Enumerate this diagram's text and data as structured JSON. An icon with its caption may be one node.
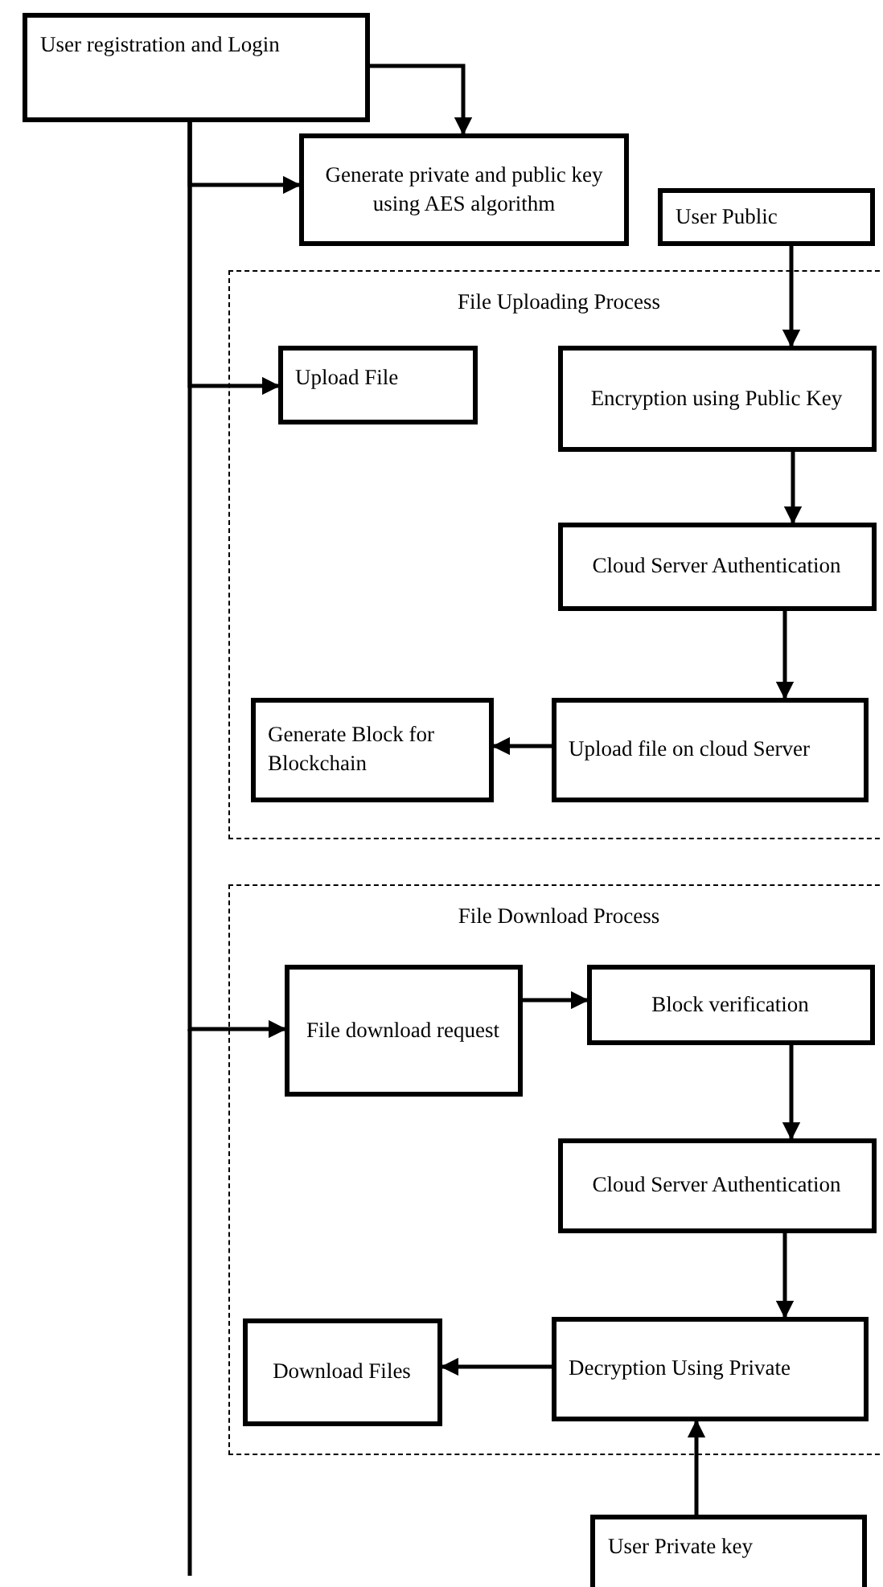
{
  "diagram": {
    "nodes": [
      {
        "text": [
          "User registration and Login"
        ]
      },
      {
        "text": [
          "Generate private and public key using AES algorithm"
        ]
      },
      {
        "text": [
          "User Public"
        ]
      },
      {
        "text": [
          "File Uploading Process"
        ]
      },
      {
        "text": [
          "Upload File"
        ],
        "in": 3
      },
      {
        "text": [
          "Encryption using Public Key"
        ],
        "in": 3
      },
      {
        "text": [
          "Cloud Server Authentication"
        ],
        "in": 3
      },
      {
        "text": [
          "Generate Block for Blockchain"
        ],
        "in": 3
      },
      {
        "text": [
          "Upload file on cloud Server"
        ],
        "in": 3
      },
      {
        "text": [
          "File Download Process"
        ]
      },
      {
        "text": [
          "File download request"
        ],
        "in": 9
      },
      {
        "text": [
          "Block verification"
        ],
        "in": 9
      },
      {
        "text": [
          "Cloud Server Authentication"
        ],
        "in": 9
      },
      {
        "text": [
          "Decryption Using Private"
        ],
        "in": 9
      },
      {
        "text": [
          "Download Files"
        ],
        "in": 9
      },
      {
        "text": [
          "User Private key"
        ]
      }
    ],
    "edges": [
      {
        "from": 0,
        "to": 1,
        "arrow": "to"
      },
      {
        "from": 0,
        "to": 1,
        "arrow": "to"
      },
      {
        "from": 0,
        "to": 4,
        "arrow": "to"
      },
      {
        "from": 0,
        "to": 10,
        "arrow": "to"
      },
      {
        "from": 2,
        "to": 5,
        "arrow": "to"
      },
      {
        "from": 5,
        "to": 6,
        "arrow": "to"
      },
      {
        "from": 6,
        "to": 8,
        "arrow": "to"
      },
      {
        "from": 8,
        "to": 7,
        "arrow": "to"
      },
      {
        "from": 10,
        "to": 11,
        "arrow": "to"
      },
      {
        "from": 11,
        "to": 12,
        "arrow": "to"
      },
      {
        "from": 12,
        "to": 13,
        "arrow": "to"
      },
      {
        "from": 13,
        "to": 14,
        "arrow": "to"
      },
      {
        "from": 15,
        "to": 13,
        "arrow": "to"
      }
    ]
  }
}
